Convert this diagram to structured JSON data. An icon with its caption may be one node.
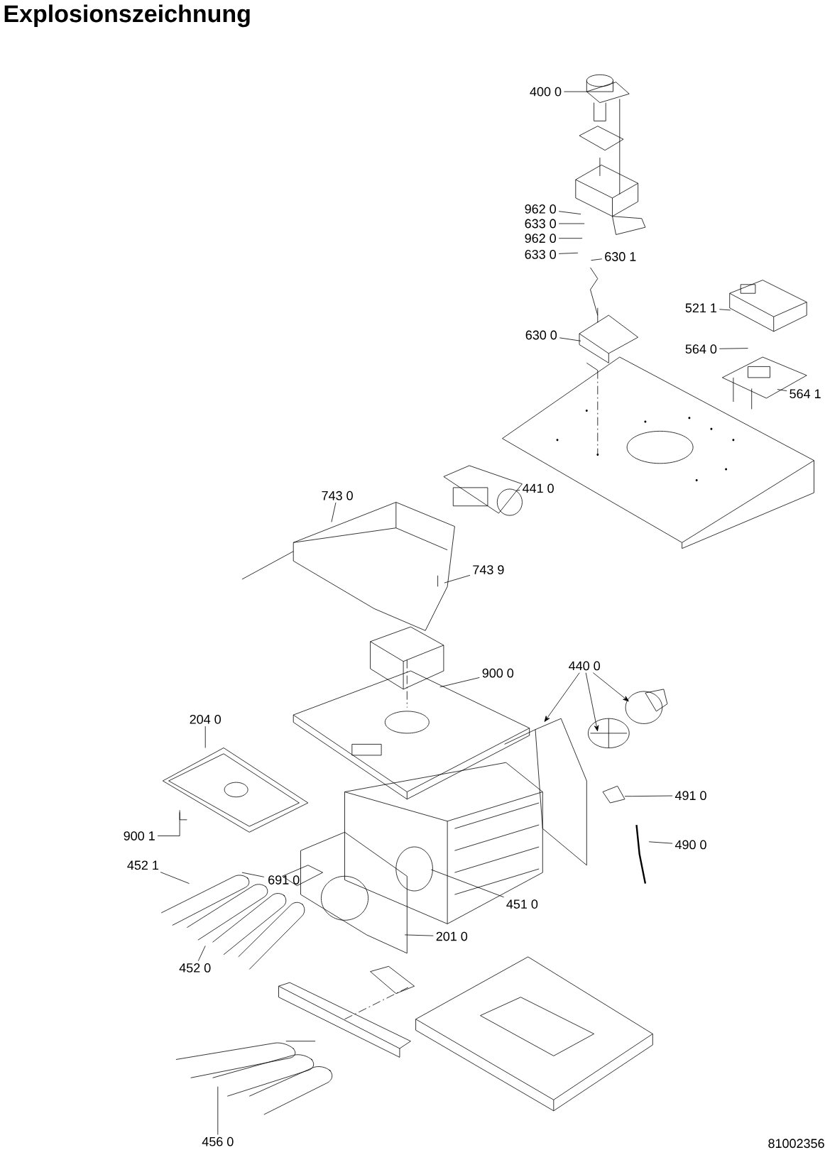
{
  "diagram": {
    "title": "Explosionszeichnung",
    "nodes": [
      {
        "text": [
          "400 0"
        ]
      },
      {
        "text": [
          "962 0"
        ]
      },
      {
        "text": [
          "633 0"
        ]
      },
      {
        "text": [
          "962 0"
        ]
      },
      {
        "text": [
          "633 0"
        ]
      },
      {
        "text": [
          "630 1"
        ]
      },
      {
        "text": [
          "521 1"
        ]
      },
      {
        "text": [
          "630 0"
        ]
      },
      {
        "text": [
          "564 0"
        ]
      },
      {
        "text": [
          "564 1"
        ]
      },
      {
        "text": [
          "441 0"
        ]
      },
      {
        "text": [
          "743 0"
        ]
      },
      {
        "text": [
          "743 9"
        ]
      },
      {
        "text": [
          "440 0"
        ]
      },
      {
        "text": [
          "900 0"
        ]
      },
      {
        "text": [
          "204 0"
        ]
      },
      {
        "text": [
          "491 0"
        ]
      },
      {
        "text": [
          "900 1"
        ]
      },
      {
        "text": [
          "490 0"
        ]
      },
      {
        "text": [
          "452 1"
        ]
      },
      {
        "text": [
          "691 0"
        ]
      },
      {
        "text": [
          "451 0"
        ]
      },
      {
        "text": [
          "201 0"
        ]
      },
      {
        "text": [
          "452 0"
        ]
      },
      {
        "text": [
          "456 0"
        ]
      }
    ],
    "edges": [
      {
        "from": 0,
        "to": null,
        "arrow": "none"
      },
      {
        "from": 1,
        "to": null,
        "arrow": "none"
      },
      {
        "from": 2,
        "to": null,
        "arrow": "none"
      },
      {
        "from": 3,
        "to": null,
        "arrow": "none"
      },
      {
        "from": 4,
        "to": null,
        "arrow": "none"
      },
      {
        "from": 5,
        "to": null,
        "arrow": "none"
      },
      {
        "from": 6,
        "to": null,
        "arrow": "none"
      },
      {
        "from": 7,
        "to": null,
        "arrow": "none"
      },
      {
        "from": 8,
        "to": null,
        "arrow": "none"
      },
      {
        "from": 9,
        "to": null,
        "arrow": "none"
      },
      {
        "from": 10,
        "to": null,
        "arrow": "none"
      },
      {
        "from": 11,
        "to": null,
        "arrow": "none"
      },
      {
        "from": 12,
        "to": null,
        "arrow": "none"
      },
      {
        "from": 13,
        "to": null,
        "arrow": "to"
      },
      {
        "from": 13,
        "to": null,
        "arrow": "to"
      },
      {
        "from": 13,
        "to": null,
        "arrow": "to"
      },
      {
        "from": 14,
        "to": null,
        "arrow": "none"
      },
      {
        "from": 15,
        "to": null,
        "arrow": "none"
      },
      {
        "from": 16,
        "to": null,
        "arrow": "none"
      },
      {
        "from": 17,
        "to": null,
        "arrow": "none"
      },
      {
        "from": 18,
        "to": null,
        "arrow": "none"
      },
      {
        "from": 19,
        "to": null,
        "arrow": "none"
      },
      {
        "from": 20,
        "to": null,
        "arrow": "none"
      },
      {
        "from": 21,
        "to": null,
        "arrow": "none"
      },
      {
        "from": 22,
        "to": null,
        "arrow": "none"
      },
      {
        "from": 23,
        "to": null,
        "arrow": "none"
      },
      {
        "from": 24,
        "to": null,
        "arrow": "none"
      }
    ],
    "labels": [
      "81002356"
    ]
  }
}
